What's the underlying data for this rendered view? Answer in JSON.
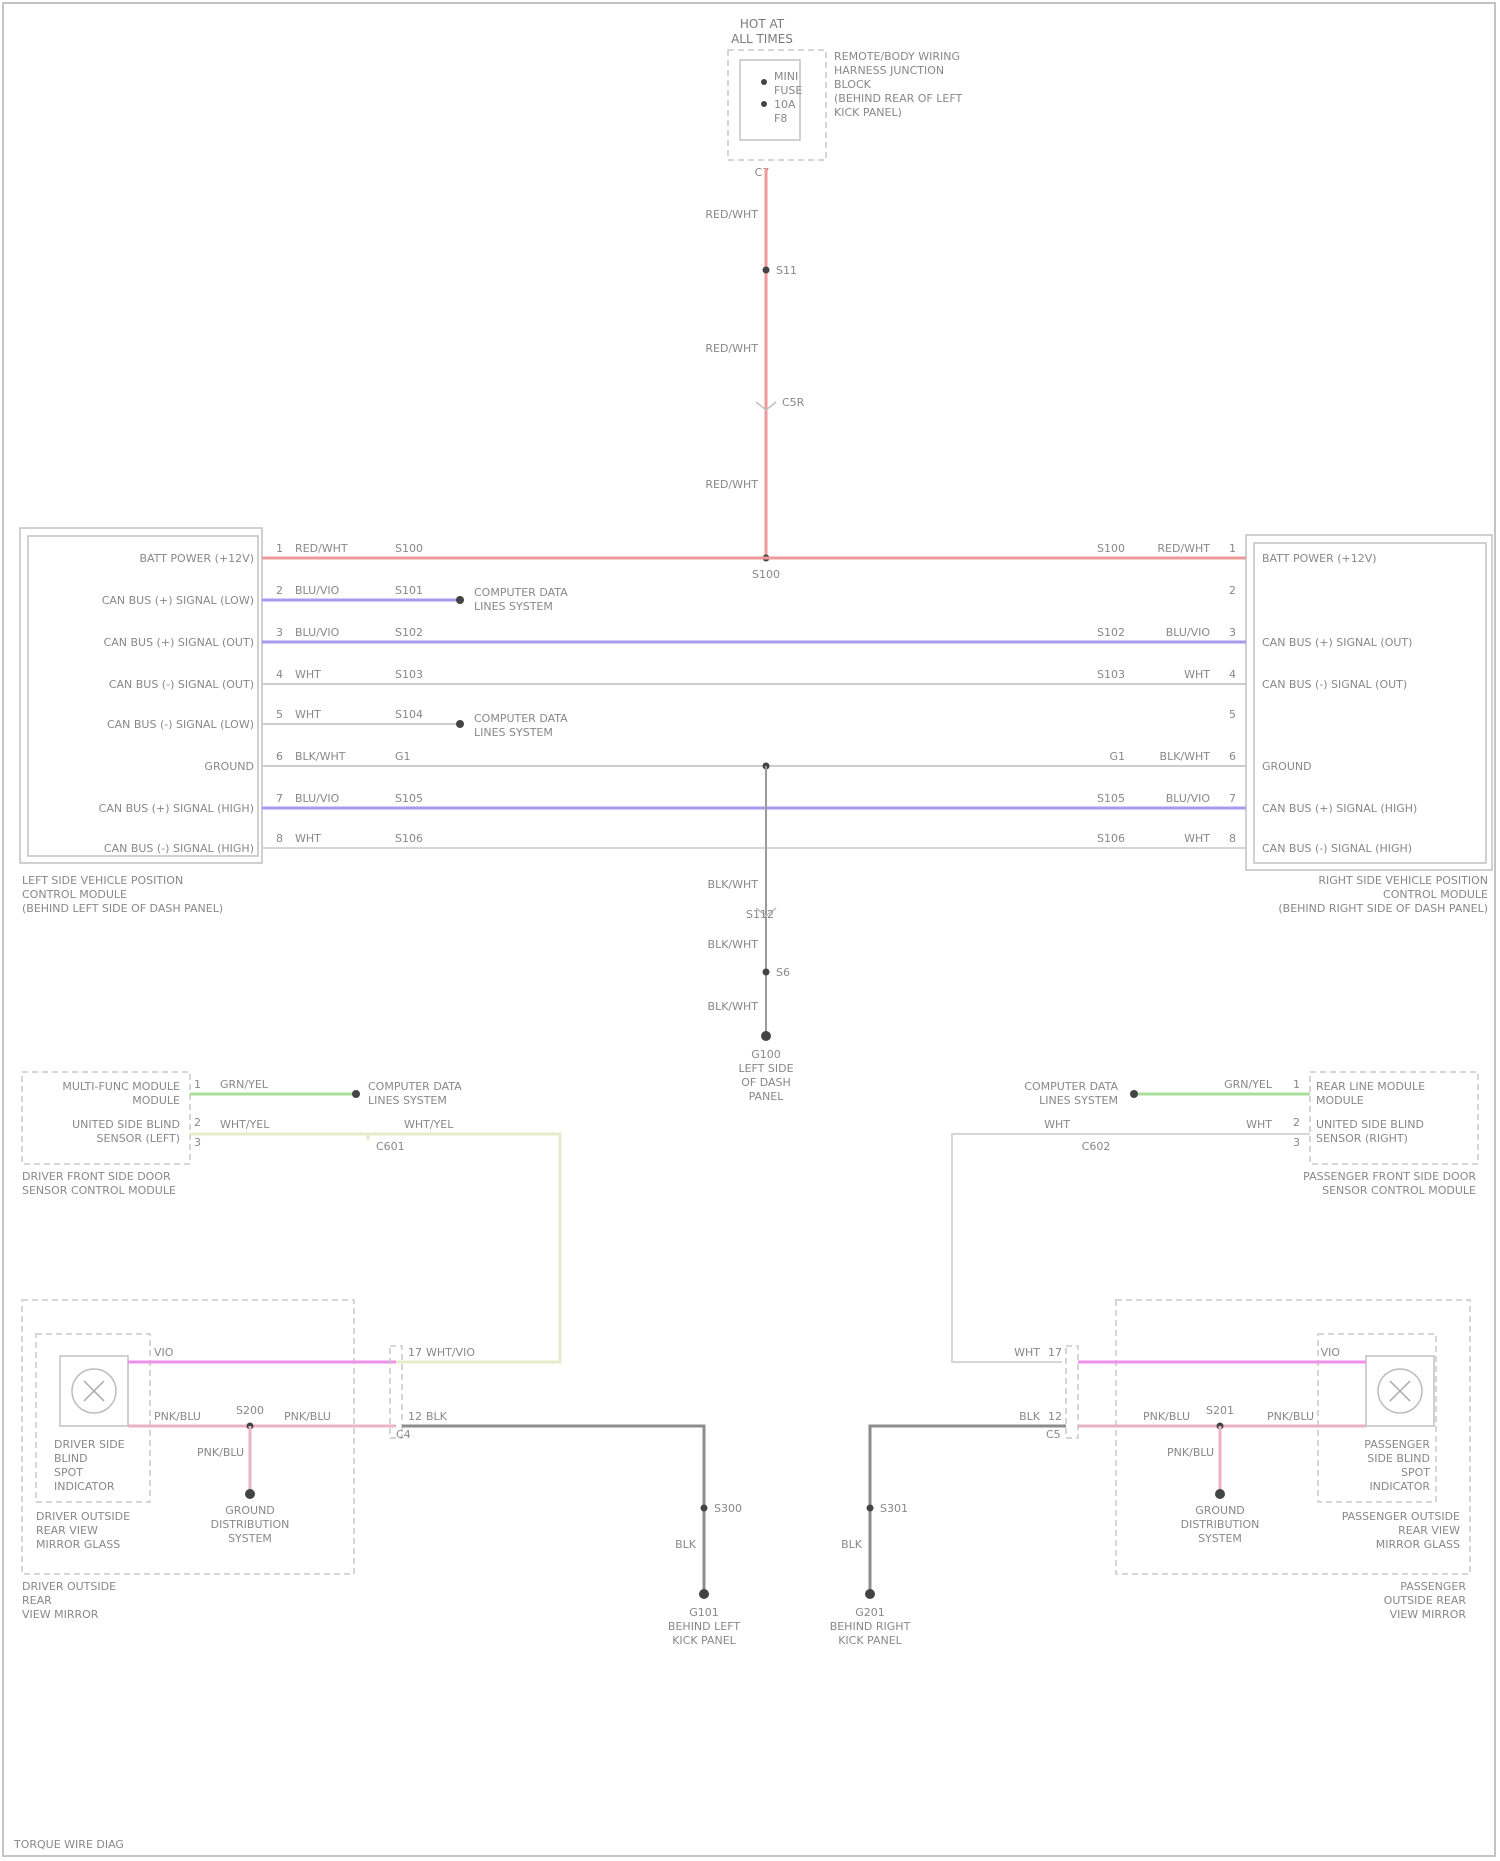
{
  "fuse_block": {
    "title_1": "HOT AT",
    "title_2": "ALL TIMES",
    "fuse_lines": [
      "MINI",
      "FUSE",
      "10A",
      "F8"
    ],
    "note_lines": [
      "REMOTE/BODY WIRING",
      "HARNESS JUNCTION",
      "BLOCK",
      "(BEHIND REAR OF LEFT",
      "KICK PANEL)"
    ],
    "connector": "C7"
  },
  "vertical_power": {
    "wire_labels": [
      "RED/WHT",
      "RED/WHT",
      "RED/WHT"
    ],
    "splices": [
      "S11",
      "C5R"
    ],
    "junction": "S100"
  },
  "left_module": {
    "pins": [
      {
        "label": "BATT POWER (+12V)",
        "num": "1",
        "wire": "RED/WHT",
        "circuit": "S100"
      },
      {
        "label": "CAN BUS (+) SIGNAL (LOW)",
        "num": "2",
        "wire": "BLU/VIO",
        "circuit": "S101"
      },
      {
        "label": "CAN BUS (+) SIGNAL (OUT)",
        "num": "3",
        "wire": "BLU/VIO",
        "circuit": "S102"
      },
      {
        "label": "CAN BUS (-) SIGNAL (OUT)",
        "num": "4",
        "wire": "WHT",
        "circuit": "S103"
      },
      {
        "label": "CAN BUS (-) SIGNAL (LOW)",
        "num": "5",
        "wire": "WHT",
        "circuit": "S104"
      },
      {
        "label": "GROUND",
        "num": "6",
        "wire": "BLK/WHT",
        "circuit": "G1"
      },
      {
        "label": "CAN BUS (+) SIGNAL (HIGH)",
        "num": "7",
        "wire": "BLU/VIO",
        "circuit": "S105"
      },
      {
        "label": "CAN BUS (-) SIGNAL (HIGH)",
        "num": "8",
        "wire": "WHT",
        "circuit": "S106"
      }
    ],
    "caption": [
      "LEFT SIDE VEHICLE POSITION",
      "CONTROL MODULE",
      "(BEHIND LEFT SIDE OF DASH PANEL)"
    ]
  },
  "right_module": {
    "pins": [
      {
        "label": "BATT POWER (+12V)",
        "num": "1",
        "wire": "RED/WHT",
        "circuit": "S100"
      },
      {
        "label": "",
        "num": "2",
        "wire": "",
        "circuit": ""
      },
      {
        "label": "CAN BUS (+) SIGNAL (OUT)",
        "num": "3",
        "wire": "BLU/VIO",
        "circuit": "S102"
      },
      {
        "label": "CAN BUS (-) SIGNAL (OUT)",
        "num": "4",
        "wire": "WHT",
        "circuit": "S103"
      },
      {
        "label": "",
        "num": "5",
        "wire": "",
        "circuit": ""
      },
      {
        "label": "GROUND",
        "num": "6",
        "wire": "BLK/WHT",
        "circuit": "G1"
      },
      {
        "label": "CAN BUS (+) SIGNAL (HIGH)",
        "num": "7",
        "wire": "BLU/VIO",
        "circuit": "S105"
      },
      {
        "label": "CAN BUS (-) SIGNAL (HIGH)",
        "num": "8",
        "wire": "WHT",
        "circuit": "S106"
      }
    ],
    "caption": [
      "RIGHT SIDE VEHICLE POSITION",
      "CONTROL MODULE",
      "(BEHIND RIGHT SIDE OF DASH PANEL)"
    ]
  },
  "data_links": [
    [
      "COMPUTER DATA",
      "LINES SYSTEM"
    ],
    [
      "COMPUTER DATA",
      "LINES SYSTEM"
    ]
  ],
  "center_ground": {
    "wire_labels": [
      "BLK/WHT",
      "BLK/WHT",
      "BLK/WHT"
    ],
    "splices": [
      "S112",
      "S6"
    ],
    "ground": "G100",
    "caption": [
      "LEFT SIDE",
      "OF DASH",
      "PANEL"
    ]
  },
  "left_side_group": {
    "box_lines": [
      "MULTI-FUNC MODULE",
      "MODULE",
      "UNITED SIDE BLIND",
      "SENSOR (LEFT)"
    ],
    "pins": [
      "1",
      "2",
      "3"
    ],
    "wire_labels": [
      "GRN/YEL",
      "WHT/YEL",
      "WHT/YEL"
    ],
    "data_link": [
      "COMPUTER DATA",
      "LINES SYSTEM"
    ],
    "connector": "C601",
    "caption": [
      "DRIVER FRONT SIDE DOOR",
      "SENSOR CONTROL MODULE"
    ]
  },
  "right_side_group": {
    "box_lines": [
      "REAR LINE MODULE",
      "MODULE",
      "UNITED SIDE BLIND",
      "SENSOR (RIGHT)"
    ],
    "pins": [
      "1",
      "2",
      "3"
    ],
    "wire_labels": [
      "GRN/YEL",
      "WHT",
      "WHT"
    ],
    "data_link": [
      "COMPUTER DATA",
      "LINES SYSTEM"
    ],
    "connector": "C602",
    "caption": [
      "PASSENGER FRONT SIDE DOOR",
      "SENSOR CONTROL MODULE"
    ]
  },
  "left_mirror": {
    "sensor_lines": [
      "DRIVER SIDE",
      "BLIND",
      "SPOT",
      "INDICATOR"
    ],
    "pin_labels": [
      "VIO",
      "PNK/BLU",
      "PNK/BLU"
    ],
    "splice": "S200",
    "connector": "C4",
    "connector_labels": [
      "17",
      "12"
    ],
    "wire_labels": [
      "WHT/VIO",
      "BLK"
    ],
    "module_lines": [
      "DRIVER OUTSIDE",
      "REAR VIEW",
      "MIRROR GLASS"
    ],
    "dist_lines": [
      "GROUND",
      "DISTRIBUTION",
      "SYSTEM"
    ],
    "caption": [
      "DRIVER OUTSIDE",
      "REAR",
      "VIEW MIRROR"
    ]
  },
  "right_mirror": {
    "sensor_lines": [
      "PASSENGER",
      "SIDE BLIND",
      "SPOT",
      "INDICATOR"
    ],
    "pin_labels": [
      "VIO",
      "PNK/BLU",
      "PNK/BLU"
    ],
    "splice": "S201",
    "connector": "C5",
    "connector_labels": [
      "17",
      "12"
    ],
    "wire_labels": [
      "WHT",
      "BLK"
    ],
    "module_lines": [
      "PASSENGER OUTSIDE",
      "REAR VIEW",
      "MIRROR GLASS"
    ],
    "dist_lines": [
      "GROUND",
      "DISTRIBUTION",
      "SYSTEM"
    ],
    "caption": [
      "PASSENGER",
      "OUTSIDE REAR",
      "VIEW MIRROR"
    ]
  },
  "left_ground": {
    "splice": "S300",
    "wire": "BLK",
    "ground": "G101",
    "caption": [
      "BEHIND LEFT",
      "KICK PANEL"
    ]
  },
  "right_ground": {
    "splice": "S301",
    "wire": "BLK",
    "ground": "G201",
    "caption": [
      "BEHIND RIGHT",
      "KICK PANEL"
    ]
  },
  "footer": "TORQUE WIRE DIAG"
}
